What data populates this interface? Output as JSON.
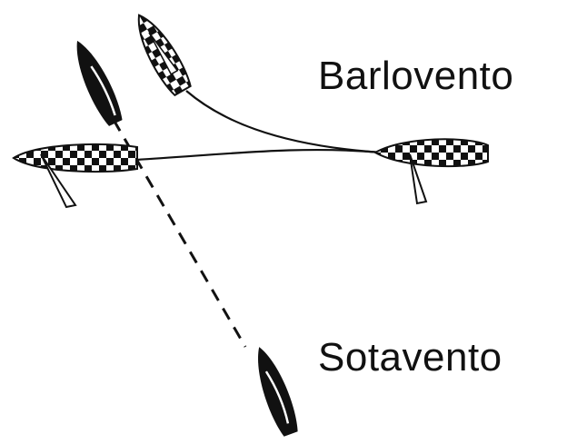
{
  "labels": {
    "windward": "Barlovento",
    "leeward": "Sotavento"
  },
  "colors": {
    "ink": "#111111",
    "hull_light": "#ffffff",
    "background": "#ffffff"
  },
  "pattern": {
    "name": "checkered-hull"
  }
}
